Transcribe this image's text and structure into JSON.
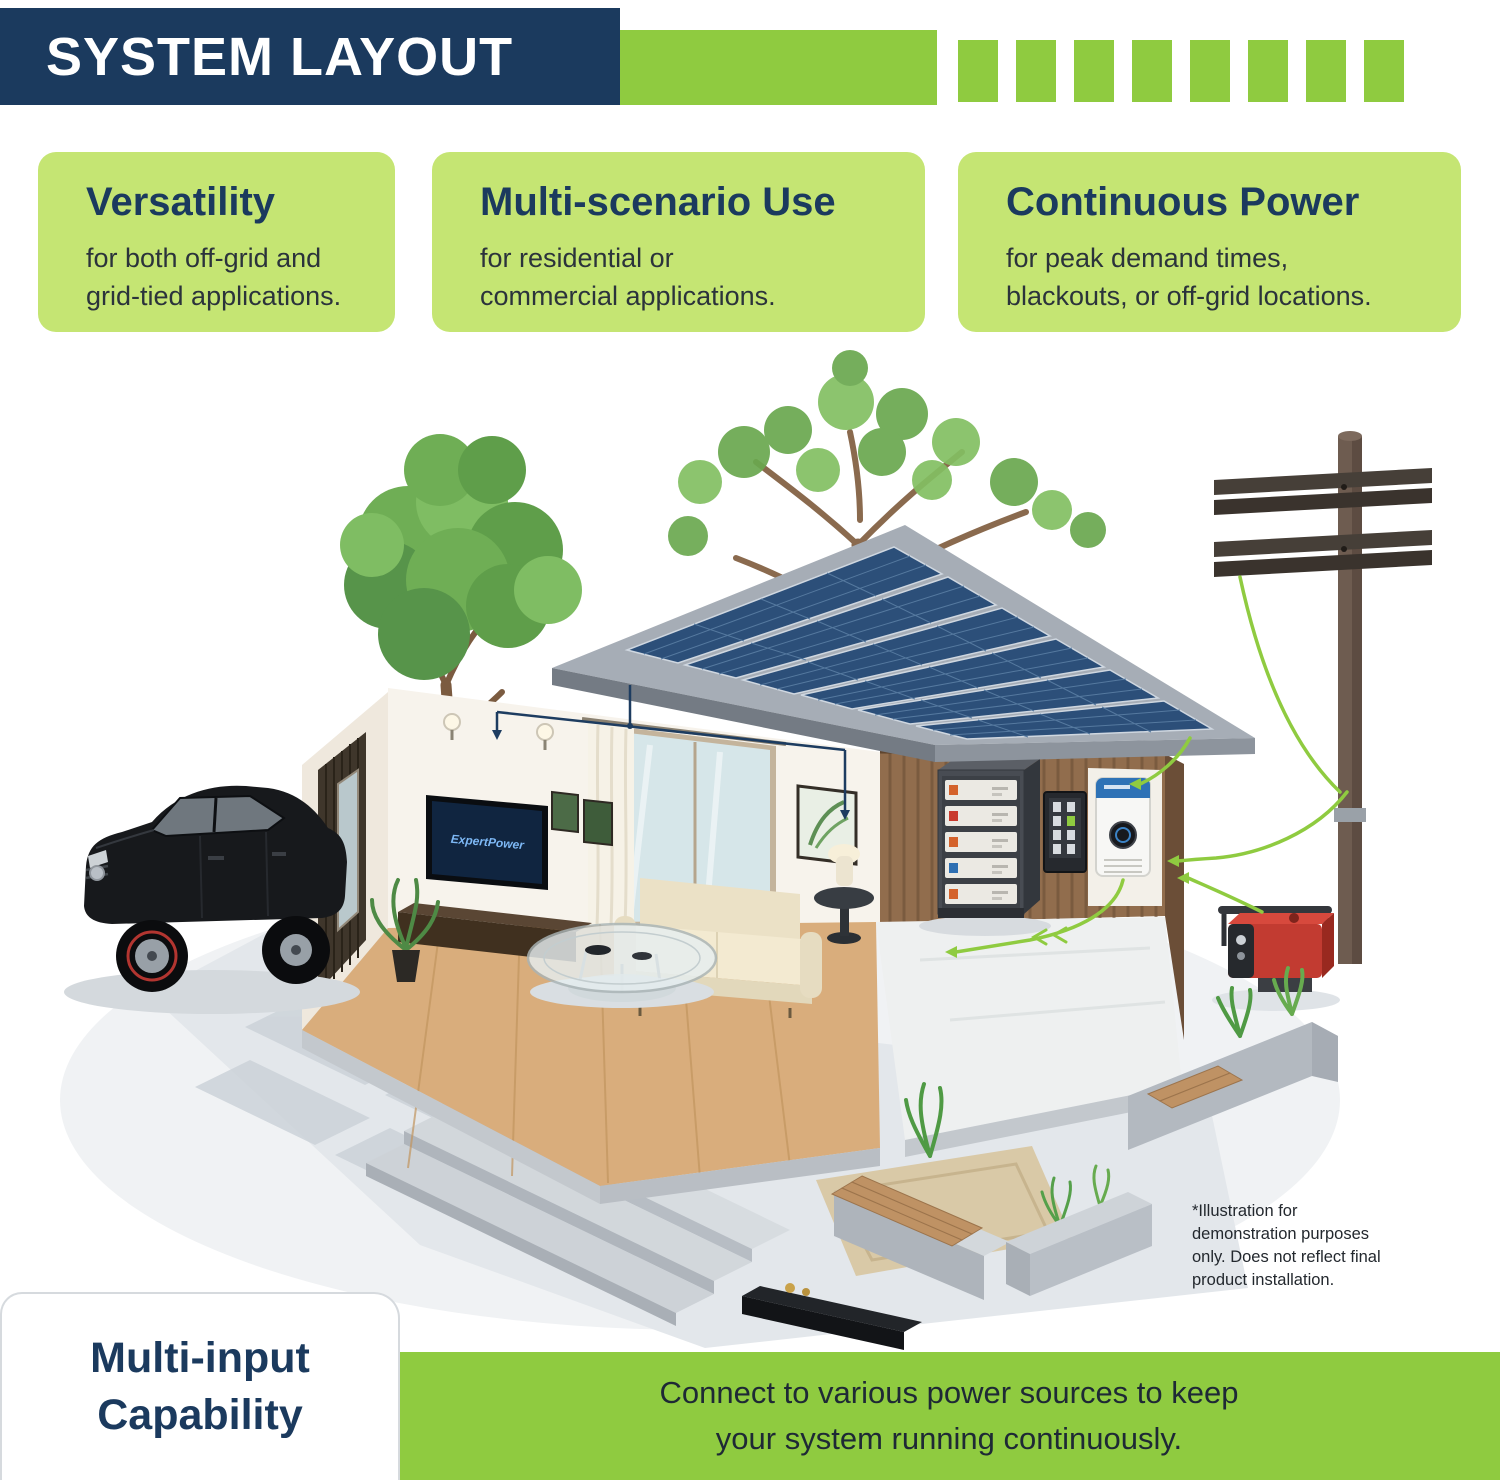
{
  "header": {
    "title": "SYSTEM LAYOUT"
  },
  "feature_cards": [
    {
      "title": "Versatility",
      "body": "for both off-grid and\ngrid-tied applications."
    },
    {
      "title": "Multi-scenario Use",
      "body": "for residential or\ncommercial applications."
    },
    {
      "title": "Continuous Power",
      "body": "for peak demand times,\nblackouts, or off-grid locations."
    }
  ],
  "illustration": {
    "tv_brand": "ExpertPower",
    "disclaimer": "*Illustration for\ndemonstration purposes\nonly. Does not reflect final\nproduct installation.",
    "elements": [
      "solar-panel-roof",
      "residential-house",
      "living-room-interior",
      "battery-storage-rack",
      "hybrid-inverter",
      "breaker-panel",
      "utility-pole",
      "backup-generator",
      "electric-car",
      "garden-planters"
    ]
  },
  "footer": {
    "card_title": "Multi-input\nCapability",
    "banner_text": "Connect to various power sources to keep\nyour system running continuously."
  },
  "colors": {
    "navy": "#1B3A5E",
    "green": "#8FCB40",
    "light_green": "#C5E573",
    "text_dark": "#2B333B"
  }
}
